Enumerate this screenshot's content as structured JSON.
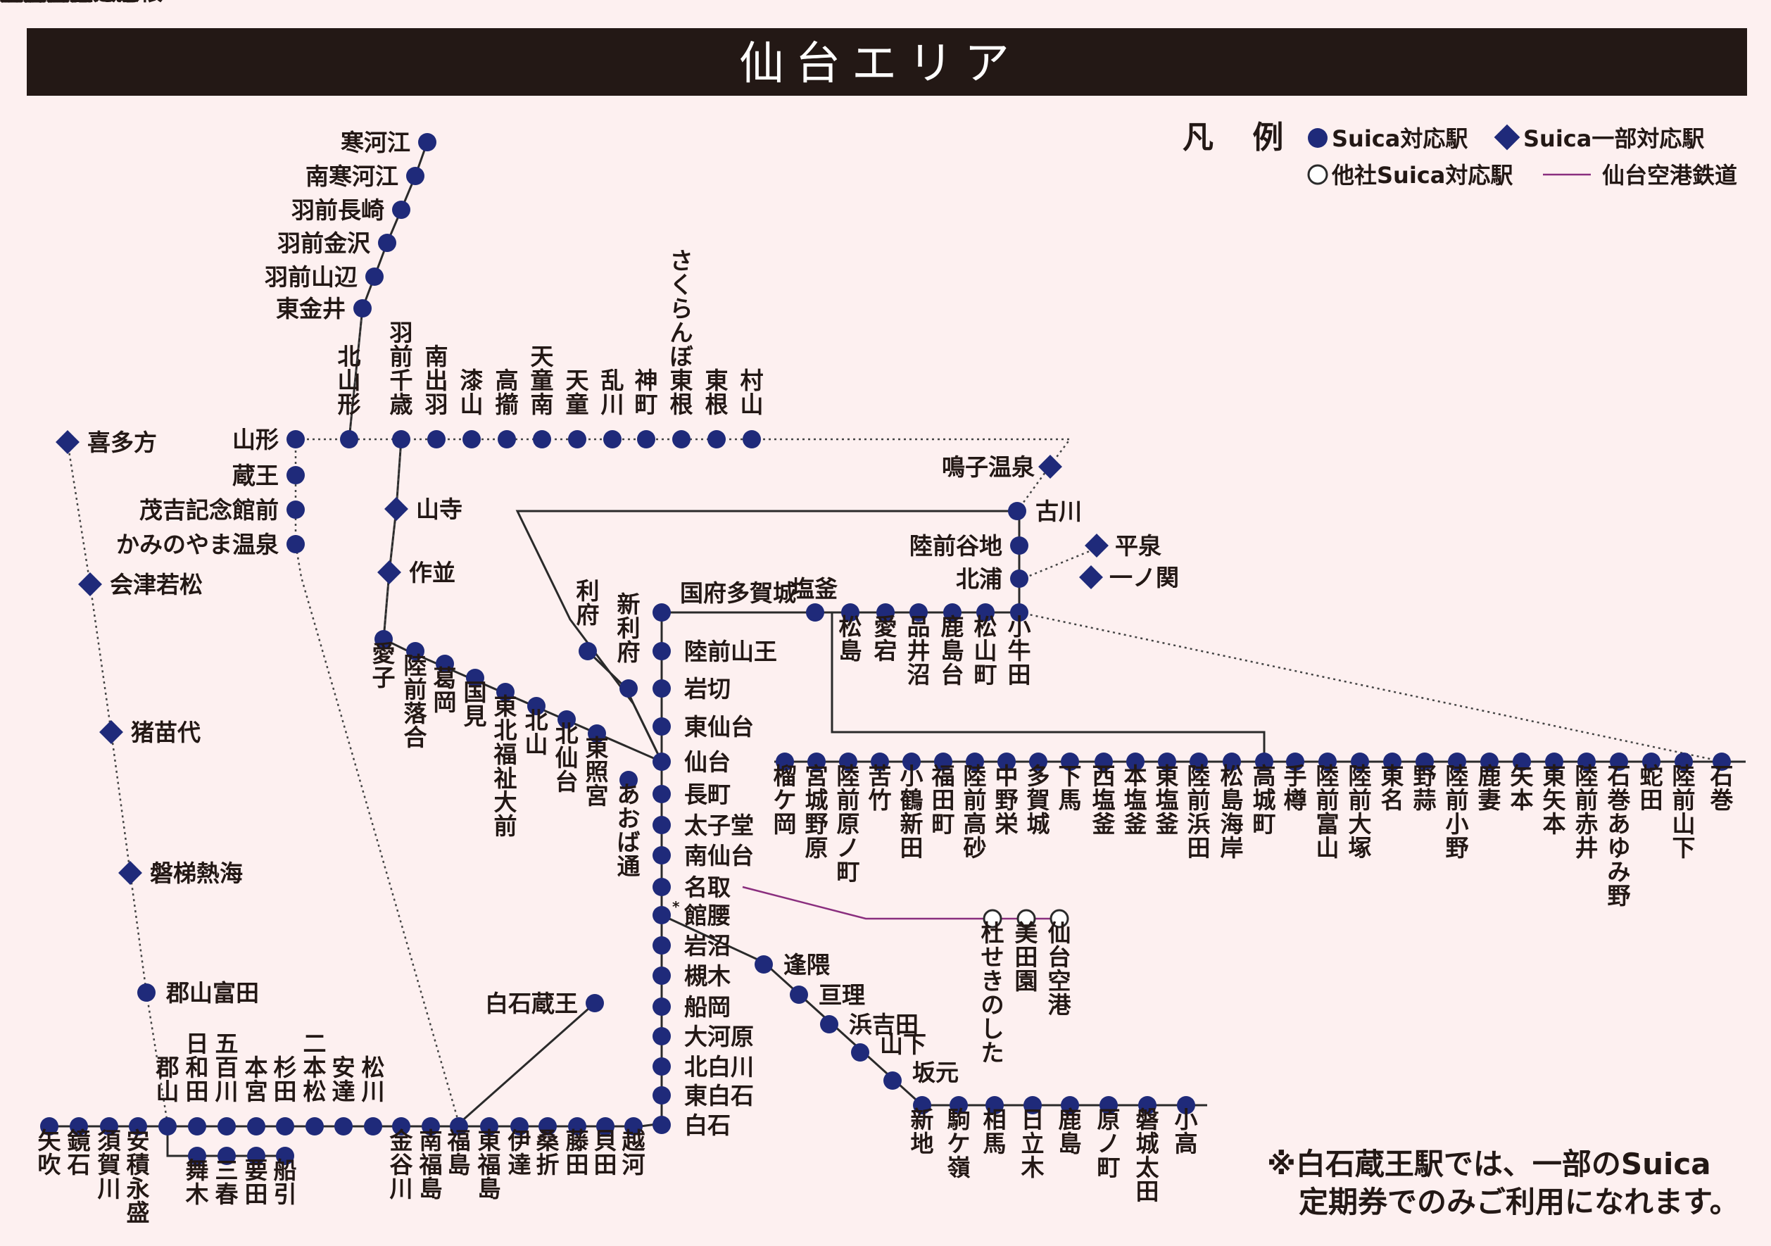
{
  "title": "仙台エリア",
  "legend": {
    "heading": "凡 例",
    "full": "Suica対応駅",
    "partial": "Suica一部対応駅",
    "other": "他社Suica対応駅",
    "airport": "仙台空港鉄道"
  },
  "note": {
    "line1": "※白石蔵王駅では、一部のSuica",
    "line2": "定期券でのみご利用になれます。"
  },
  "marker": "*",
  "colors": {
    "full": "#1f2a7a",
    "airport_line": "#8a2e7e",
    "title_bar": "#231815"
  },
  "stations": [
    {
      "name": "寒河江",
      "type": "full"
    },
    {
      "name": "南寒河江",
      "type": "full"
    },
    {
      "name": "羽前長崎",
      "type": "full"
    },
    {
      "name": "羽前金沢",
      "type": "full"
    },
    {
      "name": "羽前山辺",
      "type": "full"
    },
    {
      "name": "東金井",
      "type": "full"
    },
    {
      "name": "北山形",
      "type": "full"
    },
    {
      "name": "羽前千歳",
      "type": "full"
    },
    {
      "name": "南出羽",
      "type": "full"
    },
    {
      "name": "漆山",
      "type": "full"
    },
    {
      "name": "高擶",
      "type": "full"
    },
    {
      "name": "天童南",
      "type": "full"
    },
    {
      "name": "天童",
      "type": "full"
    },
    {
      "name": "乱川",
      "type": "full"
    },
    {
      "name": "神町",
      "type": "full"
    },
    {
      "name": "さくらんぼ東根",
      "type": "full"
    },
    {
      "name": "東根",
      "type": "full"
    },
    {
      "name": "村山",
      "type": "full"
    },
    {
      "name": "山形",
      "type": "full"
    },
    {
      "name": "蔵王",
      "type": "full"
    },
    {
      "name": "茂吉記念館前",
      "type": "full"
    },
    {
      "name": "かみのやま温泉",
      "type": "full"
    },
    {
      "name": "喜多方",
      "type": "partial"
    },
    {
      "name": "会津若松",
      "type": "partial"
    },
    {
      "name": "猪苗代",
      "type": "partial"
    },
    {
      "name": "磐梯熱海",
      "type": "partial"
    },
    {
      "name": "郡山富田",
      "type": "full"
    },
    {
      "name": "山寺",
      "type": "partial"
    },
    {
      "name": "作並",
      "type": "partial"
    },
    {
      "name": "愛子",
      "type": "full"
    },
    {
      "name": "陸前落合",
      "type": "full"
    },
    {
      "name": "葛岡",
      "type": "full"
    },
    {
      "name": "国見",
      "type": "full"
    },
    {
      "name": "東北福祉大前",
      "type": "full"
    },
    {
      "name": "北山",
      "type": "full"
    },
    {
      "name": "北仙台",
      "type": "full"
    },
    {
      "name": "東照宮",
      "type": "full"
    },
    {
      "name": "あおば通",
      "type": "full"
    },
    {
      "name": "鳴子温泉",
      "type": "partial"
    },
    {
      "name": "古川",
      "type": "full"
    },
    {
      "name": "陸前谷地",
      "type": "full"
    },
    {
      "name": "北浦",
      "type": "full"
    },
    {
      "name": "平泉",
      "type": "partial"
    },
    {
      "name": "一ノ関",
      "type": "partial"
    },
    {
      "name": "利府",
      "type": "full"
    },
    {
      "name": "新利府",
      "type": "full"
    },
    {
      "name": "国府多賀城",
      "type": "full"
    },
    {
      "name": "塩釜",
      "type": "full"
    },
    {
      "name": "松島",
      "type": "full"
    },
    {
      "name": "愛宕",
      "type": "full"
    },
    {
      "name": "品井沼",
      "type": "full"
    },
    {
      "name": "鹿島台",
      "type": "full"
    },
    {
      "name": "松山町",
      "type": "full"
    },
    {
      "name": "小牛田",
      "type": "full"
    },
    {
      "name": "陸前山王",
      "type": "full"
    },
    {
      "name": "岩切",
      "type": "full"
    },
    {
      "name": "東仙台",
      "type": "full"
    },
    {
      "name": "仙台",
      "type": "full"
    },
    {
      "name": "長町",
      "type": "full"
    },
    {
      "name": "太子堂",
      "type": "full"
    },
    {
      "name": "南仙台",
      "type": "full"
    },
    {
      "name": "名取",
      "type": "full"
    },
    {
      "name": "館腰",
      "type": "full"
    },
    {
      "name": "岩沼",
      "type": "full"
    },
    {
      "name": "槻木",
      "type": "full"
    },
    {
      "name": "船岡",
      "type": "full"
    },
    {
      "name": "大河原",
      "type": "full"
    },
    {
      "name": "北白川",
      "type": "full"
    },
    {
      "name": "東白石",
      "type": "full"
    },
    {
      "name": "白石",
      "type": "full"
    },
    {
      "name": "白石蔵王",
      "type": "full"
    },
    {
      "name": "杜せきのした",
      "type": "other"
    },
    {
      "name": "美田園",
      "type": "other"
    },
    {
      "name": "仙台空港",
      "type": "other"
    },
    {
      "name": "逢隈",
      "type": "full"
    },
    {
      "name": "亘理",
      "type": "full"
    },
    {
      "name": "浜吉田",
      "type": "full"
    },
    {
      "name": "山下",
      "type": "full"
    },
    {
      "name": "坂元",
      "type": "full"
    },
    {
      "name": "新地",
      "type": "full"
    },
    {
      "name": "駒ケ嶺",
      "type": "full"
    },
    {
      "name": "相馬",
      "type": "full"
    },
    {
      "name": "日立木",
      "type": "full"
    },
    {
      "name": "鹿島",
      "type": "full"
    },
    {
      "name": "原ノ町",
      "type": "full"
    },
    {
      "name": "磐城太田",
      "type": "full"
    },
    {
      "name": "小高",
      "type": "full"
    },
    {
      "name": "榴ケ岡",
      "type": "full"
    },
    {
      "name": "宮城野原",
      "type": "full"
    },
    {
      "name": "陸前原ノ町",
      "type": "full"
    },
    {
      "name": "苦竹",
      "type": "full"
    },
    {
      "name": "小鶴新田",
      "type": "full"
    },
    {
      "name": "福田町",
      "type": "full"
    },
    {
      "name": "陸前高砂",
      "type": "full"
    },
    {
      "name": "中野栄",
      "type": "full"
    },
    {
      "name": "多賀城",
      "type": "full"
    },
    {
      "name": "下馬",
      "type": "full"
    },
    {
      "name": "西塩釜",
      "type": "full"
    },
    {
      "name": "本塩釜",
      "type": "full"
    },
    {
      "name": "東塩釜",
      "type": "full"
    },
    {
      "name": "陸前浜田",
      "type": "full"
    },
    {
      "name": "松島海岸",
      "type": "full"
    },
    {
      "name": "高城町",
      "type": "full"
    },
    {
      "name": "手樽",
      "type": "full"
    },
    {
      "name": "陸前富山",
      "type": "full"
    },
    {
      "name": "陸前大塚",
      "type": "full"
    },
    {
      "name": "東名",
      "type": "full"
    },
    {
      "name": "野蒜",
      "type": "full"
    },
    {
      "name": "陸前小野",
      "type": "full"
    },
    {
      "name": "鹿妻",
      "type": "full"
    },
    {
      "name": "矢本",
      "type": "full"
    },
    {
      "name": "東矢本",
      "type": "full"
    },
    {
      "name": "陸前赤井",
      "type": "full"
    },
    {
      "name": "石巻あゆみ野",
      "type": "full"
    },
    {
      "name": "蛇田",
      "type": "full"
    },
    {
      "name": "陸前山下",
      "type": "full"
    },
    {
      "name": "石巻",
      "type": "full"
    },
    {
      "name": "矢吹",
      "type": "full"
    },
    {
      "name": "鏡石",
      "type": "full"
    },
    {
      "name": "須賀川",
      "type": "full"
    },
    {
      "name": "安積永盛",
      "type": "full"
    },
    {
      "name": "郡山",
      "type": "full"
    },
    {
      "name": "日和田",
      "type": "full"
    },
    {
      "name": "五百川",
      "type": "full"
    },
    {
      "name": "本宮",
      "type": "full"
    },
    {
      "name": "杉田",
      "type": "full"
    },
    {
      "name": "二本松",
      "type": "full"
    },
    {
      "name": "安達",
      "type": "full"
    },
    {
      "name": "松川",
      "type": "full"
    },
    {
      "name": "金谷川",
      "type": "full"
    },
    {
      "name": "南福島",
      "type": "full"
    },
    {
      "name": "福島",
      "type": "full"
    },
    {
      "name": "東福島",
      "type": "full"
    },
    {
      "name": "伊達",
      "type": "full"
    },
    {
      "name": "桑折",
      "type": "full"
    },
    {
      "name": "藤田",
      "type": "full"
    },
    {
      "name": "貝田",
      "type": "full"
    },
    {
      "name": "越河",
      "type": "full"
    },
    {
      "name": "舞木",
      "type": "full"
    },
    {
      "name": "三春",
      "type": "full"
    },
    {
      "name": "要田",
      "type": "full"
    },
    {
      "name": "船引",
      "type": "full"
    }
  ]
}
